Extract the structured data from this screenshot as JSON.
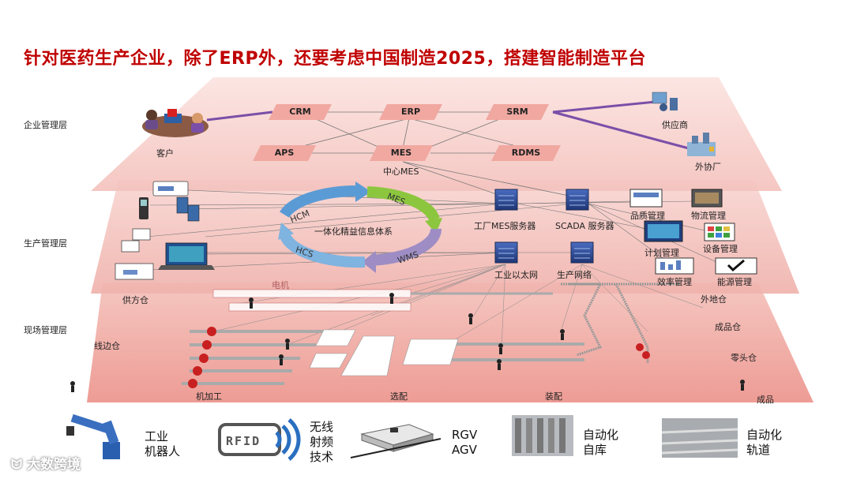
{
  "title": "针对医药生产企业，除了ERP外，还要考虑中国制造2025，搭建智能制造平台",
  "layers": {
    "enterprise": "企业管理层",
    "production": "生产管理层",
    "field": "现场管理层"
  },
  "enterprise": {
    "systems": {
      "crm": "CRM",
      "erp": "ERP",
      "srm": "SRM",
      "aps": "APS",
      "mes": "MES",
      "rdms": "RDMS"
    },
    "customer": "客户",
    "supplier": "供应商",
    "outsourcing": "外协厂",
    "central_mes": "中心MES"
  },
  "production": {
    "cycle_center": "一体化精益信息体系",
    "cycle_segments": {
      "mes": "MES",
      "wms": "WMS",
      "hcs": "HCS",
      "hcm": "HCM"
    },
    "factory_mes_server": "工厂MES服务器",
    "scada_server": "SCADA 服务器",
    "industrial_ethernet": "工业以太网",
    "production_network": "生产网络",
    "quality": "品质管理",
    "logistics": "物流管理",
    "planning": "计划管理",
    "equipment": "设备管理",
    "efficiency": "效率管理",
    "energy": "能源管理"
  },
  "field": {
    "motor": "电机",
    "supply_warehouse": "供方仓",
    "external_warehouse": "外地仓",
    "line_warehouse": "线边仓",
    "finished_warehouse": "成品仓",
    "remnant_warehouse": "零头仓",
    "machining": "机加工",
    "sorting": "选配",
    "assembly": "装配",
    "finished_goods": "成品"
  },
  "legend": {
    "robot": [
      "工业",
      "机器人"
    ],
    "rfid": [
      "无线",
      "射频",
      "技术"
    ],
    "rfid_tag": "RFID",
    "rgv": [
      "RGV",
      "AGV"
    ],
    "auto_storage": [
      "自动化",
      "自库"
    ],
    "auto_track": [
      "自动化",
      "轨道"
    ]
  },
  "watermark": "大数跨境",
  "colors": {
    "title": "#c00000",
    "layer_top": "#f6c9c5",
    "layer_mid": "#f3bbb6",
    "layer_bottom": "#ee9f98",
    "system_box": "#f0a8a0",
    "purple_link": "#7b4fa8",
    "cycle_blue": "#5b9bd5",
    "cycle_green": "#8cc63f",
    "cycle_purple": "#9e8dc4",
    "server_blue": "#2f4d9a"
  }
}
